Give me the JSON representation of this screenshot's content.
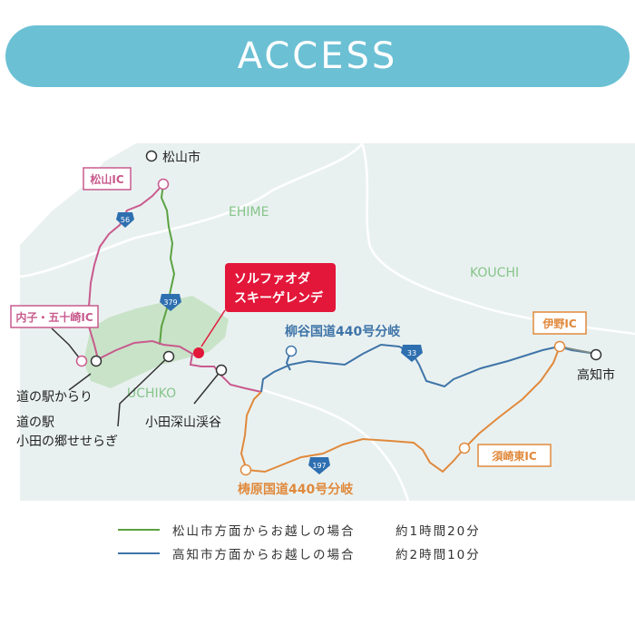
{
  "header": {
    "title": "ACCESS"
  },
  "colors": {
    "banner": "#6bc0d4",
    "land": "#e9f1f0",
    "forest": "#c9e3c8",
    "boundary": "#ffffff",
    "matsuyama_route": "#5ba241",
    "kochi_route": "#3f74a8",
    "uchiko_route": "#c85a8d",
    "yusuhara_route": "#e0893c",
    "ski_marker": "#e3173a"
  },
  "regions": {
    "ehime": "EHIME",
    "kouchi": "KOUCHI",
    "uchiko": "UCHIKO"
  },
  "places": {
    "matsuyama_city": "松山市",
    "kochi_city": "高知市",
    "michinoeki_karari": "道の駅からり",
    "michinoeki_oda_line1": "道の駅",
    "michinoeki_oda_line2": "小田の郷せせらぎ",
    "oda_fukayama": "小田深山渓谷",
    "yanagidani_junction": "柳谷国道440号分岐",
    "yusuhara_junction": "梼原国道440号分岐"
  },
  "interchanges": {
    "matsuyama_ic": "松山IC",
    "uchiko_ic": "内子・五十崎IC",
    "ino_ic": "伊野IC",
    "susaki_higashi_ic": "須崎東IC"
  },
  "destination": {
    "line1": "ソルファオダ",
    "line2": "スキーゲレンデ"
  },
  "route_shields": {
    "r56": "56",
    "r379": "379",
    "r33": "33",
    "r197": "197"
  },
  "legend": [
    {
      "label": "松山市方面からお越しの場合",
      "time": "約1時間20分",
      "color": "#5ba241"
    },
    {
      "label": "高知市方面からお越しの場合",
      "time": "約2時間10分",
      "color": "#3f74a8"
    }
  ]
}
